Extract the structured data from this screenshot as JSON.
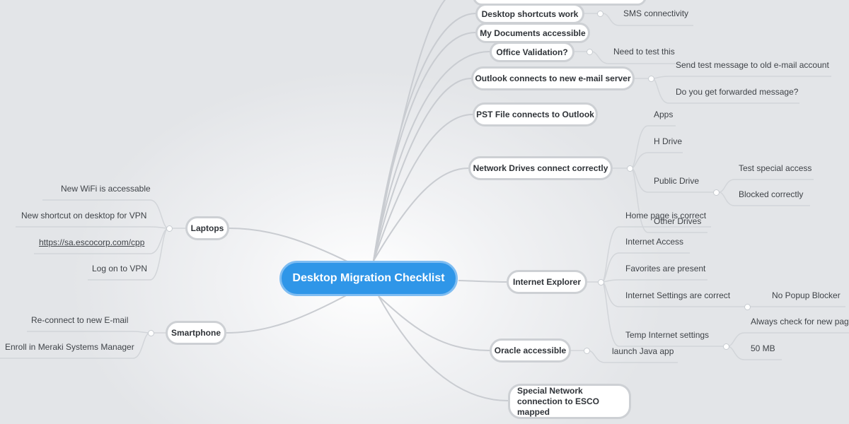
{
  "central": "Desktop Migration Checklist",
  "branches": {
    "desktop_shortcuts": "Desktop shortcuts work",
    "my_documents": "My Documents accessible",
    "office_validation": "Office Validation?",
    "outlook": "Outlook connects to new e-mail server",
    "pst": "PST File connects to Outlook",
    "network_drives": "Network Drives connect correctly",
    "internet_explorer": "Internet Explorer",
    "oracle": "Oracle accessible",
    "special_network": "Special Network connection to ESCO mapped",
    "laptops": "Laptops",
    "smartphone": "Smartphone"
  },
  "topics": {
    "sms": "SMS connectivity",
    "need_to_test": "Need to test this",
    "send_test": "Send test message to old e-mail account",
    "forwarded": "Do you get forwarded message?",
    "apps": "Apps",
    "h_drive": "H Drive",
    "public_drive": "Public Drive",
    "test_special": "Test special access",
    "blocked": "Blocked correctly",
    "other_drives": "Other Drives",
    "home_page": "Home page is correct",
    "internet_access": "Internet Access",
    "favorites": "Favorites are present",
    "ie_settings": "Internet Settings are correct",
    "no_popup": "No Popup Blocker",
    "temp_settings": "Temp Internet settings",
    "always_check": "Always check for new page",
    "fifty_mb": "50 MB",
    "java": "launch Java app",
    "wifi": "New WiFi is accessable",
    "vpn_shortcut": "New shortcut on desktop for VPN",
    "sa_link": "https://sa.escocorp.com/cpp",
    "logon_vpn": "Log on to VPN",
    "reconnect_email": "Re-connect to new E-mail",
    "meraki": "Enroll in Meraki Systems Manager"
  }
}
